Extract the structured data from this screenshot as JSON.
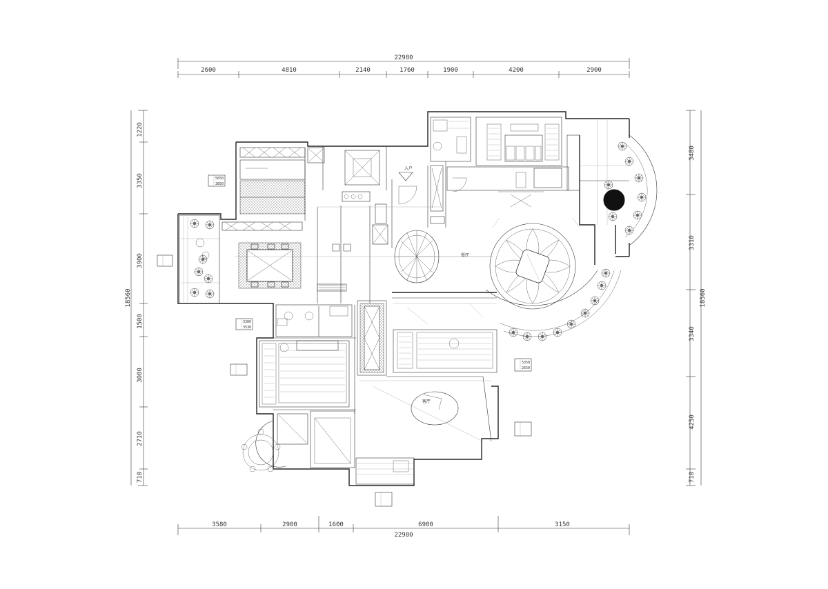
{
  "plan": {
    "dims": {
      "top_total": "22980",
      "top": [
        "2600",
        "4810",
        "2140",
        "1760",
        "1900",
        "4200",
        "2900"
      ],
      "bottom_total": "22980",
      "bottom": [
        "3580",
        "2900",
        "1600",
        "6900",
        "3150"
      ],
      "left_total": "18560",
      "left": [
        "1220",
        "3350",
        "3900",
        "1500",
        "3080",
        "2710",
        "710"
      ],
      "right_total": "18560",
      "right": [
        "3480",
        "3310",
        "3340",
        "4250",
        "710"
      ]
    },
    "labels": {
      "entrance": "入户",
      "dining": "餐厅",
      "living": "客厅"
    },
    "table_values": [
      "5650",
      "3850",
      "3300",
      "3530",
      "5350",
      "2650"
    ]
  }
}
